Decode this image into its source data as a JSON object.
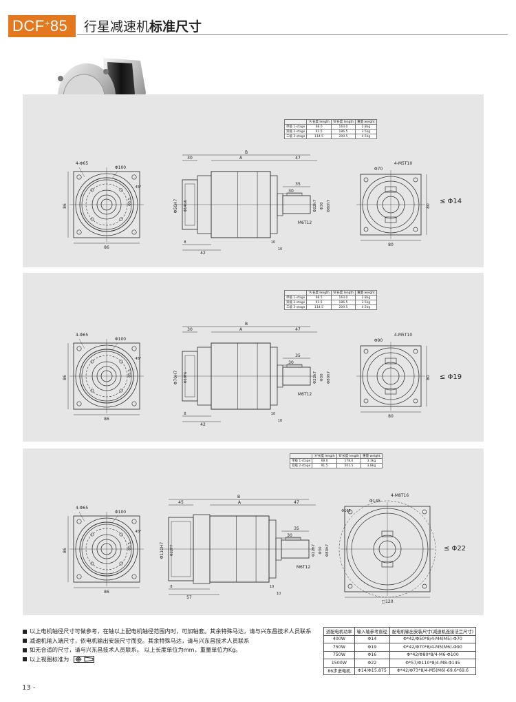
{
  "header": {
    "model": "DCF",
    "model_sup": "+",
    "model_num": "85",
    "title_normal": "行星减速机",
    "title_bold": "标准尺寸"
  },
  "panels": [
    {
      "shaft_label": "≤ Φ14",
      "spec_table": {
        "headers": [
          "",
          "'A'长度 length",
          "'B'长度 length",
          "重量 weight"
        ],
        "rows": [
          [
            "单级 1-stage",
            "68.0",
            "163.0",
            "2.8kg"
          ],
          [
            "双级 2-stage",
            "91.5",
            "186.5",
            "3.5kg"
          ],
          [
            "三级 3-stage",
            "114.5",
            "209.5",
            "4.5kg"
          ]
        ]
      },
      "dims": {
        "d65": "4-Φ65",
        "d100": "Φ100",
        "side86": "86",
        "bottom86": "86",
        "ang": "45°",
        "d5": "Φ5.5",
        "B": "B",
        "A": "A",
        "n30": "30",
        "n47": "47",
        "n35": "35",
        "n30b": "30",
        "n8": "8",
        "n42": "42",
        "n10": "10",
        "n10b": "10",
        "bore": "Φ50H7",
        "bore2": "Φ14G6",
        "s22": "Φ22h7",
        "s30": "Φ30",
        "s80": "Φ80h7",
        "m6": "M6T12",
        "d70": "Φ70",
        "m5": "4-M5T10",
        "r80": "80",
        "b80": "80"
      }
    },
    {
      "shaft_label": "≤ Φ19",
      "spec_table": {
        "headers": [
          "",
          "'A'长度 length",
          "'B'长度 length",
          "重量 weight"
        ],
        "rows": [
          [
            "单级 1-stage",
            "68.5",
            "163.0",
            "2.8kg"
          ],
          [
            "双级 2-stage",
            "91.5",
            "186.5",
            "3.5kg"
          ],
          [
            "三级 3-stage",
            "114.5",
            "209.5",
            "4.5kg"
          ]
        ]
      },
      "dims": {
        "d65": "4-Φ65",
        "d100": "Φ100",
        "side86": "86",
        "bottom86": "86",
        "ang": "45°",
        "d5": "Φ5.5",
        "B": "B",
        "A": "A",
        "n30": "30",
        "n47": "47",
        "n35": "35",
        "n30b": "30",
        "n8": "8",
        "n42": "42",
        "n10": "10",
        "n10b": "10",
        "bore": "Φ70H7",
        "bore2": "Φ19F6",
        "s22": "Φ22h7",
        "s30": "Φ30",
        "s80": "Φ80h7",
        "m6": "M6T12",
        "d70": "Φ90",
        "m5": "4-M5T10",
        "r80": "80",
        "b80": "80"
      }
    },
    {
      "shaft_label": "≤ Φ22",
      "spec_table": {
        "headers": [
          "",
          "'A'长度 length",
          "'B'长度 length",
          "重量 weight"
        ],
        "rows": [
          [
            "单级 1-stage",
            "68.0",
            "178.0",
            "3.3kg"
          ],
          [
            "双级 2-stage",
            "91.5",
            "201.5",
            "3.8kg"
          ]
        ]
      },
      "dims": {
        "d65": "4-Φ65",
        "d100": "Φ100",
        "side86": "86",
        "bottom86": "86",
        "ang": "45°",
        "d5": "Φ5.5",
        "B": "B",
        "A": "A",
        "n30": "45",
        "n47": "47",
        "n35": "35",
        "n30b": "30",
        "n8": "8",
        "n42": "57",
        "n10": "10",
        "n10b": "10",
        "bore": "Φ110H7",
        "bore2": "Φ22F7",
        "s22": "Φ22h7",
        "s30": "Φ30",
        "s80": "Φ80h7",
        "m6": "M6T12",
        "d70": "Φ145",
        "m5": "4-M8T16",
        "r80": "",
        "b80": "□120",
        "d165": "Φ165"
      }
    }
  ],
  "notes": [
    "以上电机轴径尺寸可做参考，在轴以上配电机轴径范围内时，可加轴套。其余特殊马达，请与兴东昌技术人员联系",
    "减速机输入端尺寸，依电机输出安装尺寸而变。其余特殊马达，请与兴东昌技术人员联系",
    "如无合适的尺寸，请与兴东昌技术人员联系。 以上长度单位为mm，重量单位为Kg。",
    "以上视图标准为"
  ],
  "motor_table": {
    "headers": [
      "适配电机功率",
      "输入轴参考直径",
      "配电机输出安装尺寸(减速机连接法兰尺寸)"
    ],
    "rows": [
      [
        "400W",
        "Φ14",
        "Φ*42/Φ50*8/4-M4(M5)-Φ70"
      ],
      [
        "750W",
        "Φ19",
        "Φ*42/Φ70*8/4-M5(M6)-Φ90"
      ],
      [
        "750W",
        "Φ16",
        "Φ*42/Φ80*8/4-M6-Φ100"
      ],
      [
        "1500W",
        "Φ22",
        "Φ*57/Φ110*8/4-M8-Φ145"
      ],
      [
        "86步进电机",
        "Φ14/Φ15.875",
        "Φ*42/Φ73*8/4-M5(M6)-69.6*69.6"
      ]
    ]
  },
  "page_number": "13 -",
  "colors": {
    "accent": "#e4781e",
    "panel_bg": "#e6e6e6"
  }
}
